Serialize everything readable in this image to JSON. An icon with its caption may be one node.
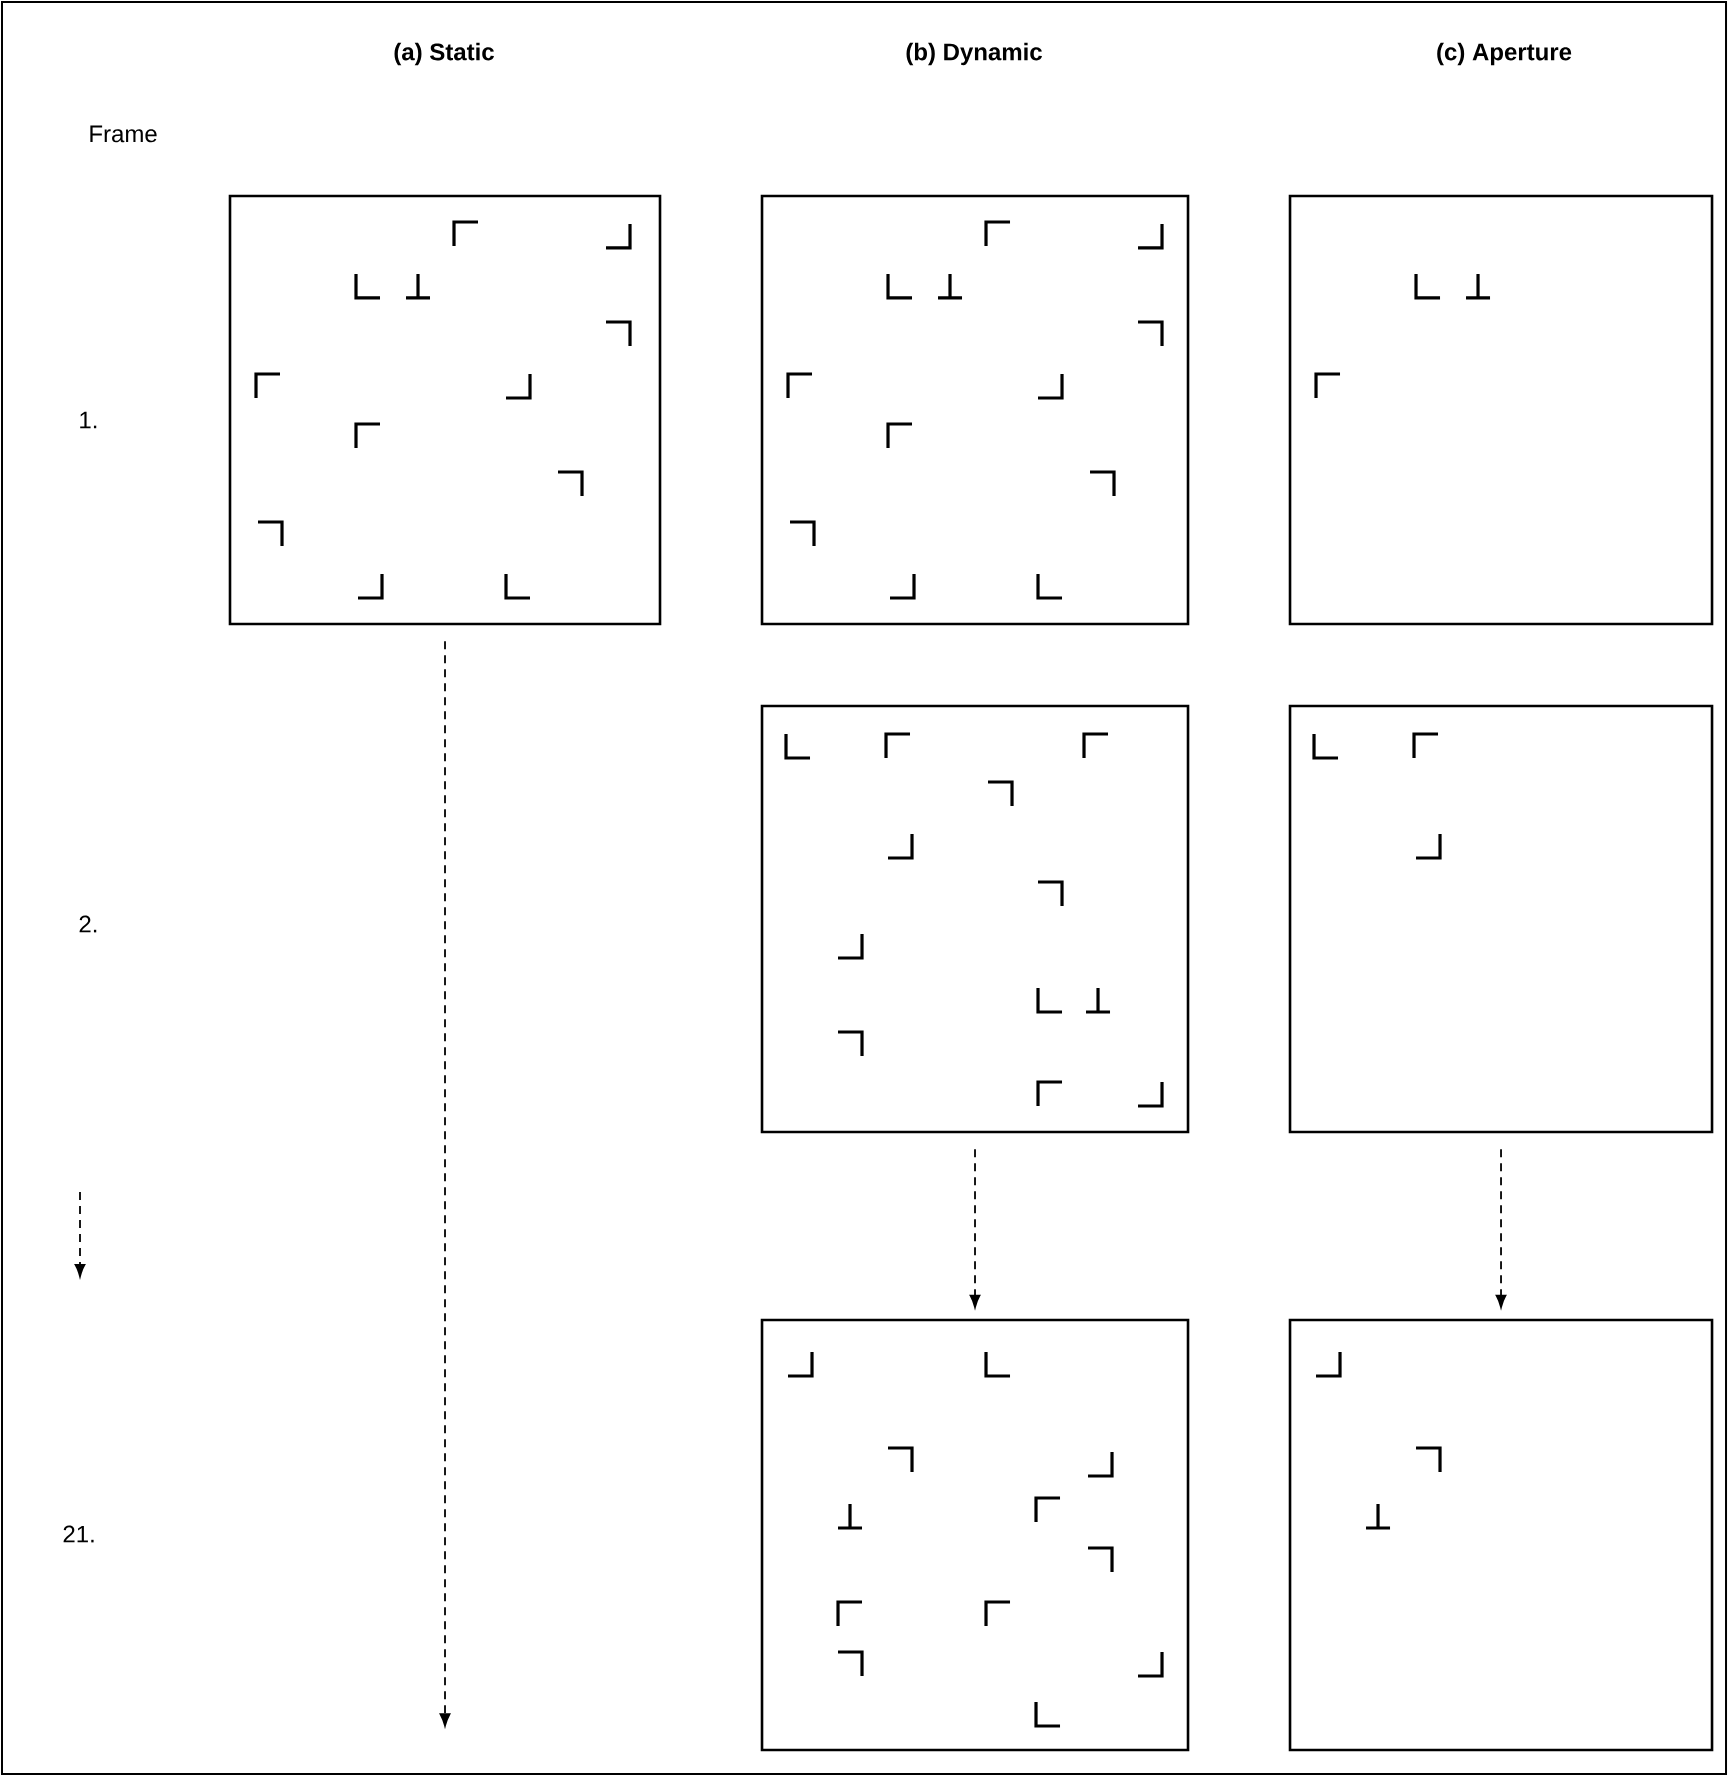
{
  "diagram": {
    "nodes": [
      {
        "text": [],
        "shape": "box"
      },
      {
        "text": [],
        "shape": "box"
      },
      {
        "text": [],
        "shape": "box"
      },
      {
        "text": [],
        "shape": "box"
      },
      {
        "text": [],
        "shape": "box"
      },
      {
        "text": [],
        "shape": "box"
      },
      {
        "text": [],
        "shape": "box"
      }
    ],
    "edges": [
      {
        "from": 0,
        "to": null,
        "arrow": "to",
        "style": "dashed"
      },
      {
        "from": 3,
        "to": 5,
        "arrow": "to",
        "style": "dashed"
      },
      {
        "from": 4,
        "to": 6,
        "arrow": "to",
        "style": "dashed"
      }
    ],
    "labels": [
      "(a) Static",
      "(b) Dynamic",
      "(c) Aperture",
      "Frame",
      "1.",
      "2.",
      "21."
    ]
  }
}
